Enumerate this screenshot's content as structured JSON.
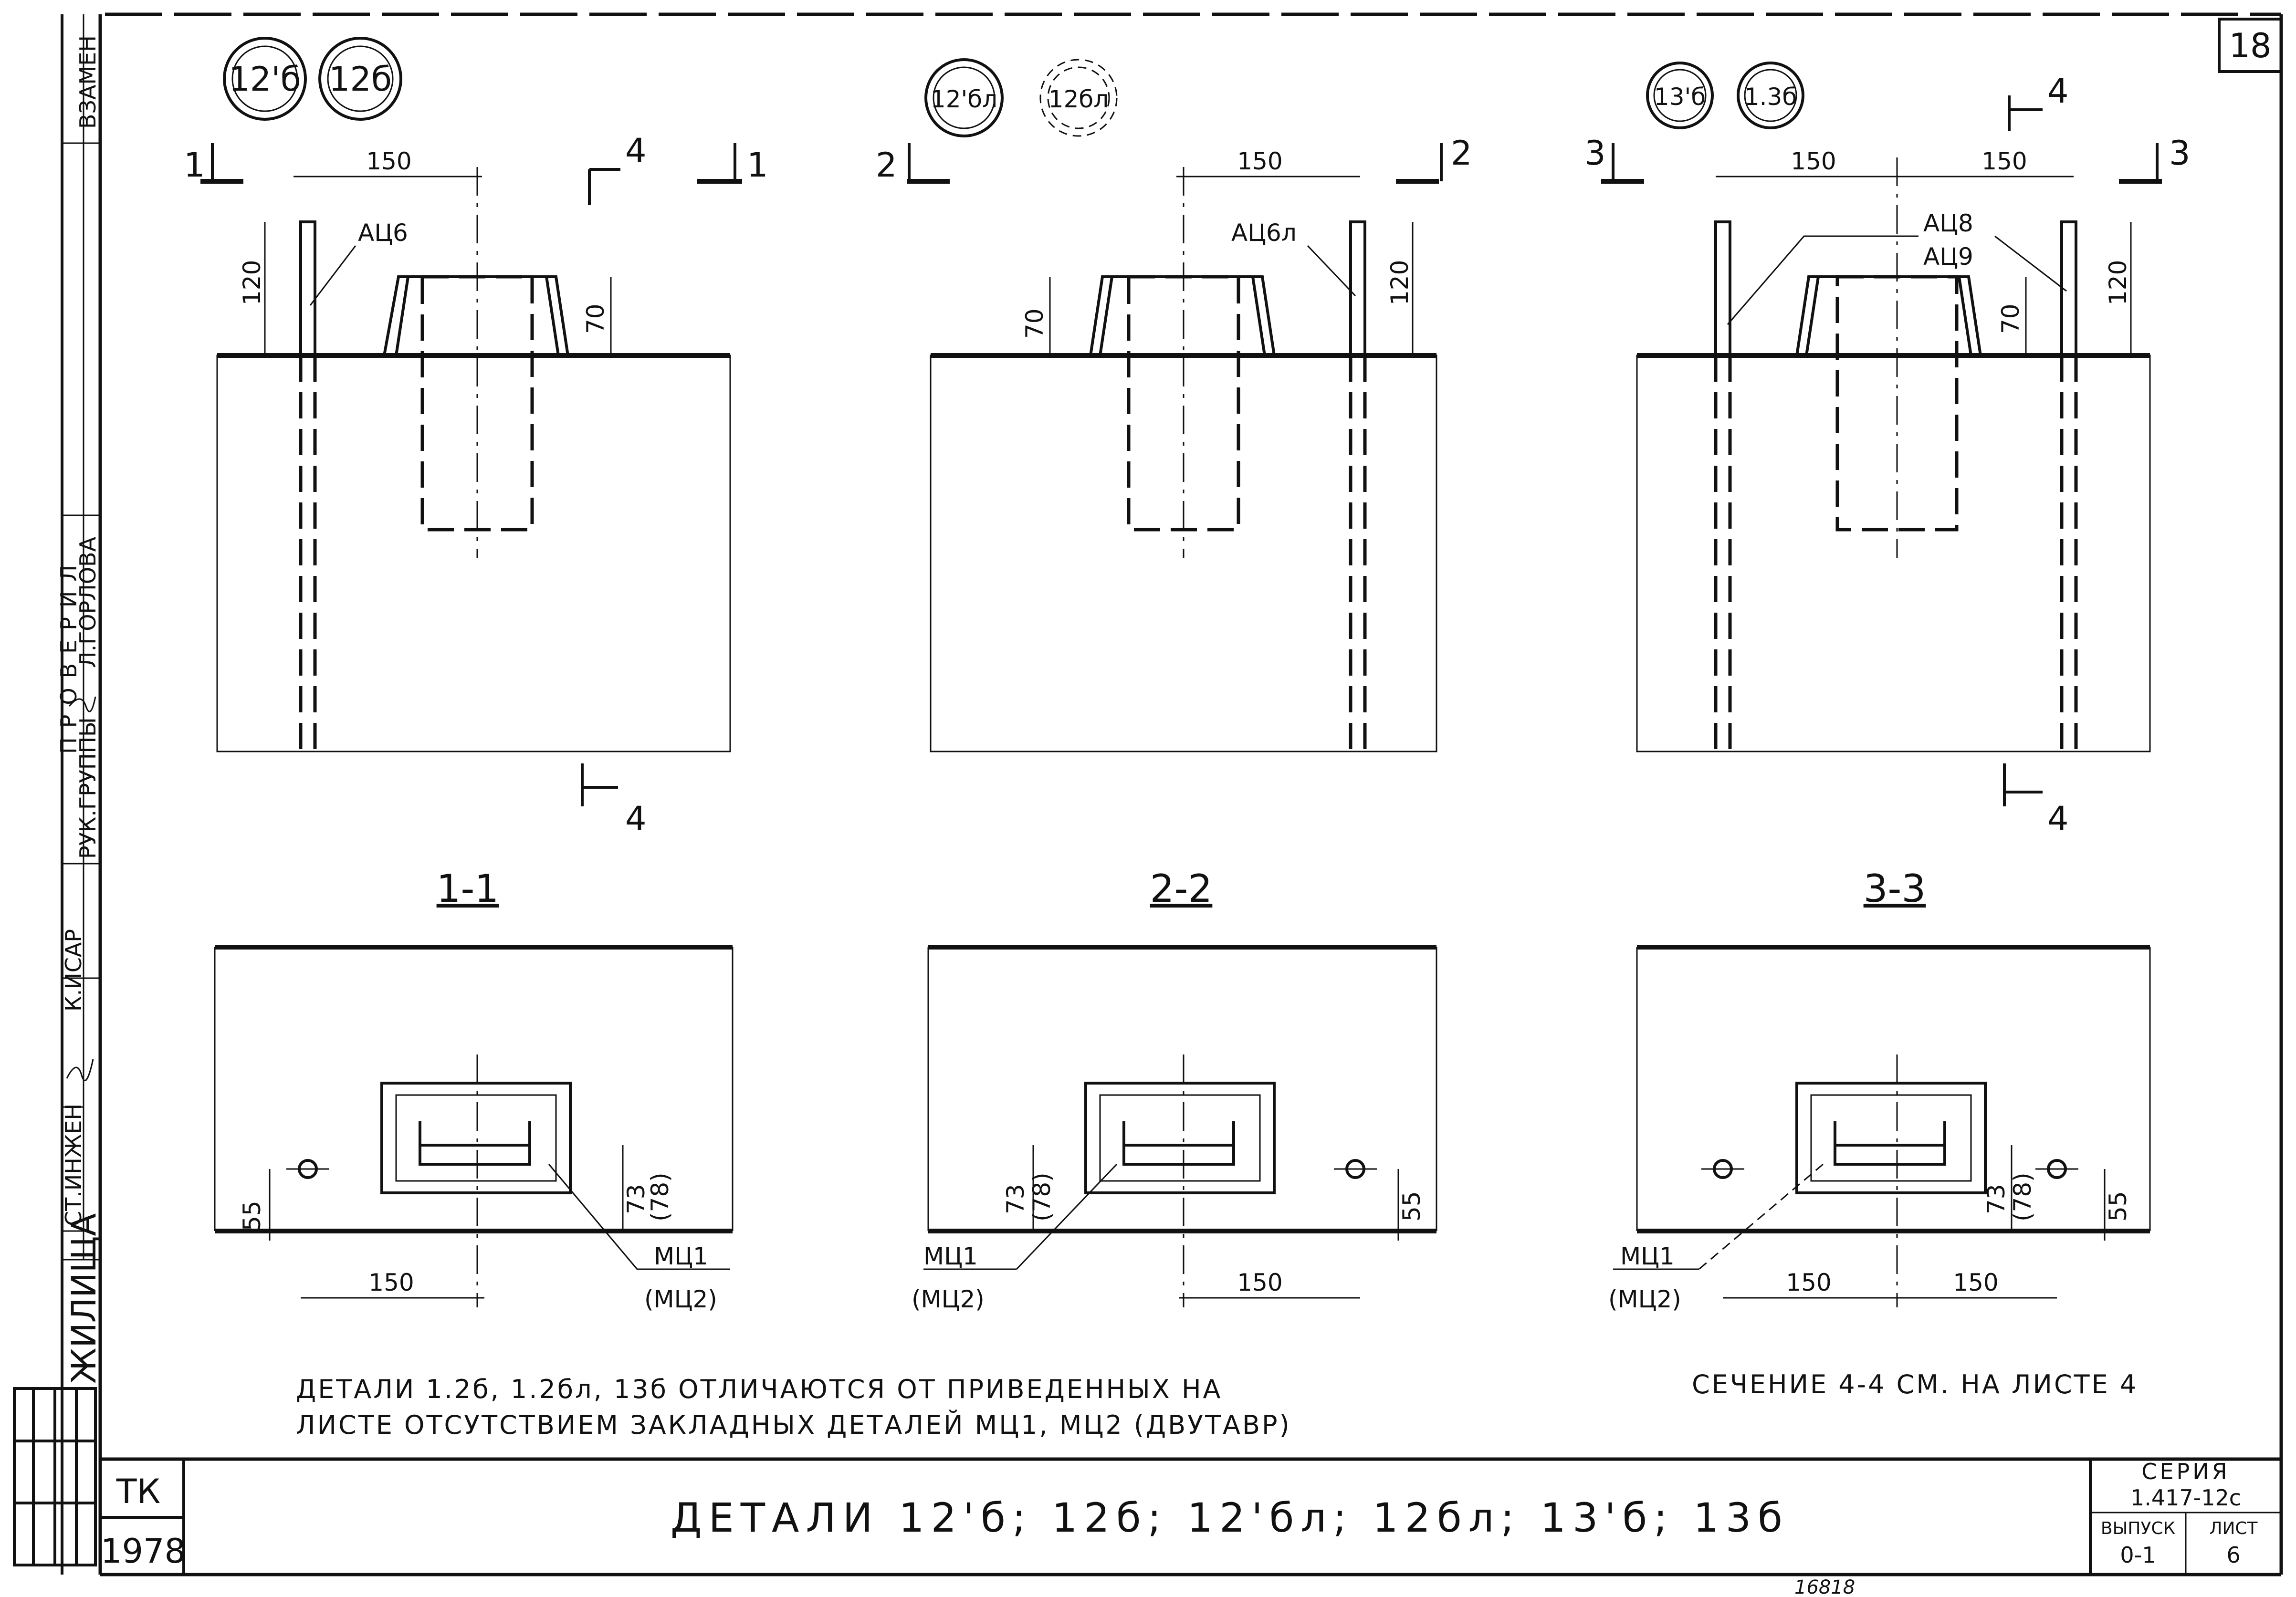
{
  "sheet_number": "18",
  "columns": [
    {
      "id": "1",
      "badges": [
        "12'б",
        "12б"
      ],
      "rebar_label": "АЦ6",
      "cut_label": "1",
      "view_label": "4",
      "section_title": "1-1",
      "dim_top": "150",
      "dim_rebar_height": "120",
      "dim_insert_height": "70",
      "plan_dim_left": "55",
      "plan_dim_depth": "73",
      "plan_dim_depth_alt": "(78)",
      "plan_dim_width": "150",
      "insert_label": "МЦ1",
      "insert_label_alt": "(МЦ2)"
    },
    {
      "id": "2",
      "badges": [
        "12'бл",
        "12бл"
      ],
      "rebar_label": "АЦ6л",
      "cut_label": "2",
      "section_title": "2-2",
      "dim_top": "150",
      "dim_rebar_height": "120",
      "dim_insert_height": "70",
      "plan_dim_right": "55",
      "plan_dim_depth": "73",
      "plan_dim_depth_alt": "(78)",
      "plan_dim_width": "150",
      "insert_label": "МЦ1",
      "insert_label_alt": "(МЦ2)"
    },
    {
      "id": "3",
      "badges": [
        "13'б",
        "1.3б"
      ],
      "rebar_label_a": "АЦ8",
      "rebar_label_b": "АЦ9",
      "cut_label": "3",
      "view_label": "4",
      "section_title": "3-3",
      "dim_top_left": "150",
      "dim_top_right": "150",
      "dim_rebar_height": "120",
      "dim_insert_height": "70",
      "plan_dim_right": "55",
      "plan_dim_depth": "73",
      "plan_dim_depth_alt": "(78)",
      "plan_dim_width_left": "150",
      "plan_dim_width_right": "150",
      "insert_label": "МЦ1",
      "insert_label_alt": "(МЦ2)"
    }
  ],
  "notes": {
    "line1": "ДЕТАЛИ 1.2б, 1.2бл, 13б ОТЛИЧАЮТСЯ ОТ ПРИВЕДЕННЫХ НА",
    "line2": "ЛИСТЕ ОТСУТСТВИЕМ ЗАКЛАДНЫХ ДЕТАЛЕЙ МЦ1, МЦ2 (ДВУТАВР)",
    "section_ref": "СЕЧЕНИЕ 4-4 СМ. НА ЛИСТЕ 4"
  },
  "title_block": {
    "org": "ТК",
    "year": "1978",
    "title": "ДЕТАЛИ 12'б; 12б; 12'бл; 12бл; 13'б; 13б",
    "series_label": "СЕРИЯ",
    "series_value": "1.417-12с",
    "issue_label": "ВЫПУСК",
    "issue_value": "0-1",
    "sheet_label": "ЛИСТ",
    "sheet_value": "6"
  },
  "stamp": {
    "vzamen": "ВЗАМЕН",
    "proveril": "ПРОВЕРИЛ",
    "ruk_gruppy": "РУК.ГРУППЫ",
    "gorlova": "Л.ГОРЛОВА",
    "st_inzh": "СТ.ИНЖЕН",
    "kisar": "К.ИСАР",
    "zhilishcha": "ЖИЛИЩА"
  },
  "handwritten_number": "16818"
}
